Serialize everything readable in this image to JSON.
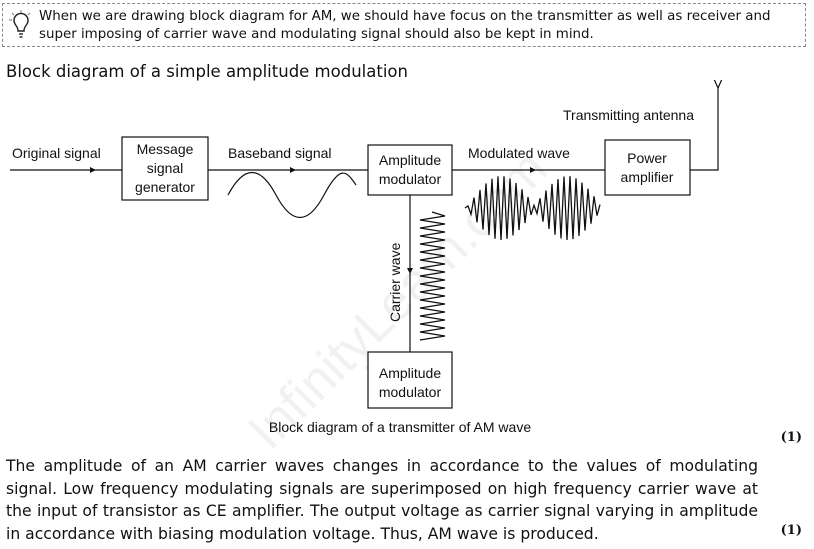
{
  "note": {
    "icon": "lightbulb-icon",
    "text": "When we are drawing block diagram for AM, we should have focus on the transmitter as well as receiver and super imposing of carrier wave and modulating signal should also be kept in mind."
  },
  "heading": "Block diagram of a simple amplitude modulation",
  "diagram": {
    "original_signal": "Original signal",
    "message_gen": [
      "Message",
      "signal",
      "generator"
    ],
    "baseband_signal": "Baseband signal",
    "am_modulator": [
      "Amplitude",
      "modulator"
    ],
    "modulated_wave": "Modulated wave",
    "power_amp": [
      "Power",
      "amplifier"
    ],
    "antenna": "Transmitting antenna",
    "carrier_wave": "Carrier wave",
    "am_modulator_bottom": [
      "Amplitude",
      "modulator"
    ],
    "caption": "Block diagram of a transmitter of AM wave"
  },
  "mark1": "(1)",
  "paragraph": "The amplitude of an AM carrier waves changes in accordance to the values of modulating signal. Low frequency modulating signals are superimposed on high frequency carrier wave at the input of transistor as CE amplifier. The output voltage as carrier signal varying in amplitude in accordance with biasing modulation voltage. Thus, AM wave is produced.",
  "mark2": "(1)",
  "watermark": "InfinityLearn.com"
}
